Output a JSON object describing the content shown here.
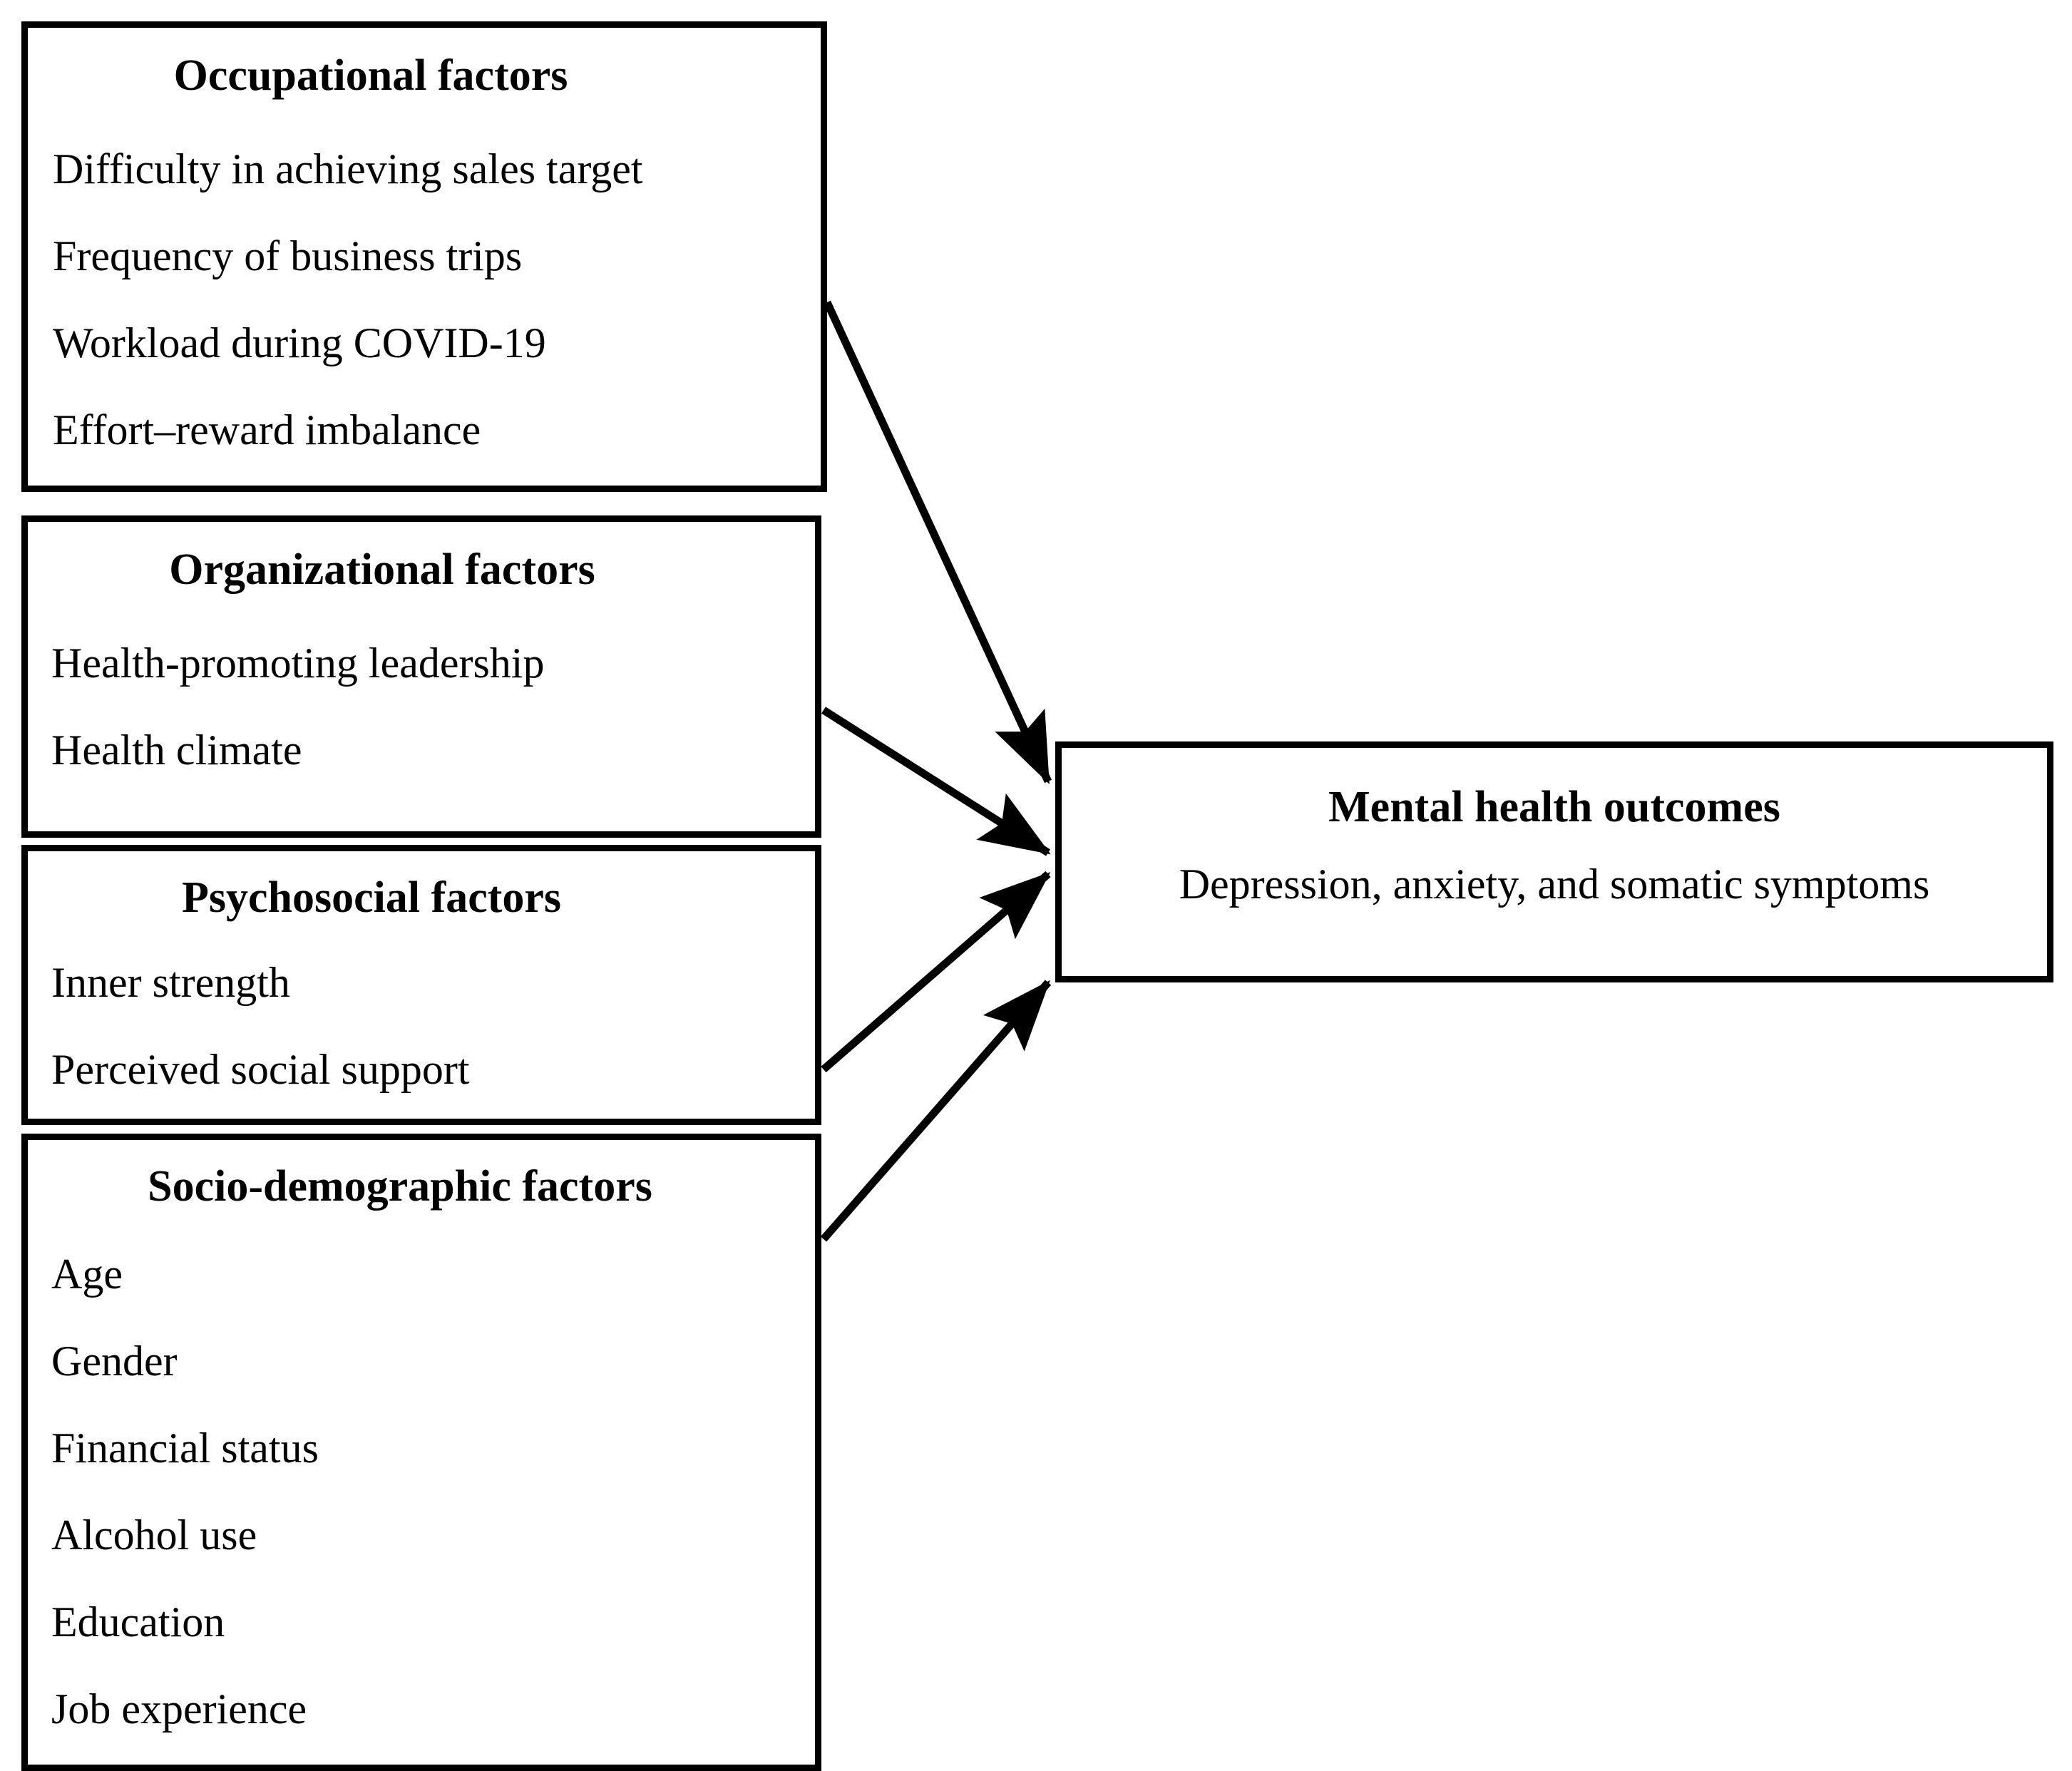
{
  "figure": {
    "type": "conceptual-framework-diagram",
    "orientation": "left-to-right",
    "background_color": "#ffffff",
    "line_color": "#000000"
  },
  "boxes": {
    "occupational": {
      "title": "Occupational factors",
      "items": [
        "Difficulty in achieving sales target",
        "Frequency of business trips",
        "Workload during COVID-19",
        "Effort–reward imbalance"
      ]
    },
    "organizational": {
      "title": "Organizational factors",
      "items": [
        "Health-promoting leadership",
        "Health climate"
      ]
    },
    "psychosocial": {
      "title": "Psychosocial factors",
      "items": [
        "Inner strength",
        "Perceived social support"
      ]
    },
    "sociodemographic": {
      "title": "Socio-demographic factors",
      "items": [
        "Age",
        "Gender",
        "Financial status",
        "Alcohol use",
        "Education",
        "Job experience"
      ]
    },
    "outcome": {
      "title": "Mental health outcomes",
      "items": [
        "Depression, anxiety, and somatic symptoms"
      ]
    }
  },
  "arrows": [
    {
      "name": "occupational-to-outcome",
      "from": "occupational",
      "to": "outcome"
    },
    {
      "name": "organizational-to-outcome",
      "from": "organizational",
      "to": "outcome"
    },
    {
      "name": "psychosocial-to-outcome",
      "from": "psychosocial",
      "to": "outcome"
    },
    {
      "name": "sociodemographic-to-outcome",
      "from": "sociodemographic",
      "to": "outcome"
    }
  ]
}
